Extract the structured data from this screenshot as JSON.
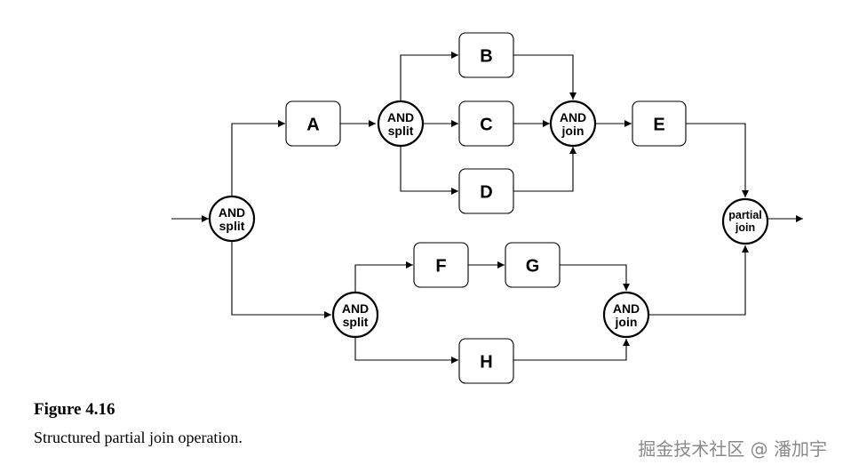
{
  "diagram": {
    "boxes": {
      "A": "A",
      "B": "B",
      "C": "C",
      "D": "D",
      "E": "E",
      "F": "F",
      "G": "G",
      "H": "H"
    },
    "nodes": {
      "split1": [
        "AND",
        "split"
      ],
      "split2": [
        "AND",
        "split"
      ],
      "join1": [
        "AND",
        "join"
      ],
      "split3": [
        "AND",
        "split"
      ],
      "join2": [
        "AND",
        "join"
      ],
      "partial_join": [
        "partial",
        "join"
      ]
    }
  },
  "caption": {
    "figure_label": "Figure 4.16",
    "text": "Structured partial join operation."
  },
  "watermark": "掘金技术社区 @ 潘加宇"
}
